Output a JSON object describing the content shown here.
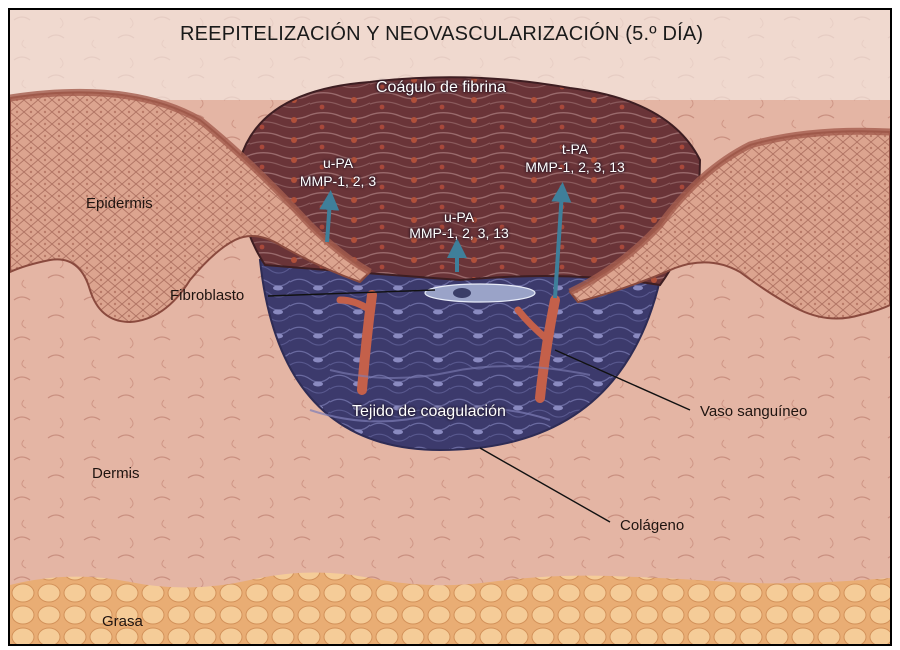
{
  "title": "REEPITELIZACIÓN Y NEOVASCULARIZACIÓN (5.º DÍA)",
  "labels": {
    "clot": "Coágulo de fibrina",
    "epidermis": "Epidermis",
    "dermis": "Dermis",
    "fat": "Grasa",
    "fibroblast": "Fibroblasto",
    "granulation": "Tejido de coagulación",
    "vessel": "Vaso sanguíneo",
    "collagen": "Colágeno"
  },
  "annotations": {
    "left": {
      "line1": "u-PA",
      "line2": "MMP-1, 2, 3"
    },
    "middle": {
      "line1": "u-PA",
      "line2": "MMP-1, 2, 3, 13"
    },
    "right": {
      "line1": "t-PA",
      "line2": "MMP-1, 2, 3, 13"
    }
  },
  "colors": {
    "dermis": "#e5b7a6",
    "epidermis": "#d8a08a",
    "clot": "#6a3a3e",
    "granulation": "#3d3a6e",
    "fat": "#f2c48e",
    "arrow": "#3f7f9a"
  }
}
